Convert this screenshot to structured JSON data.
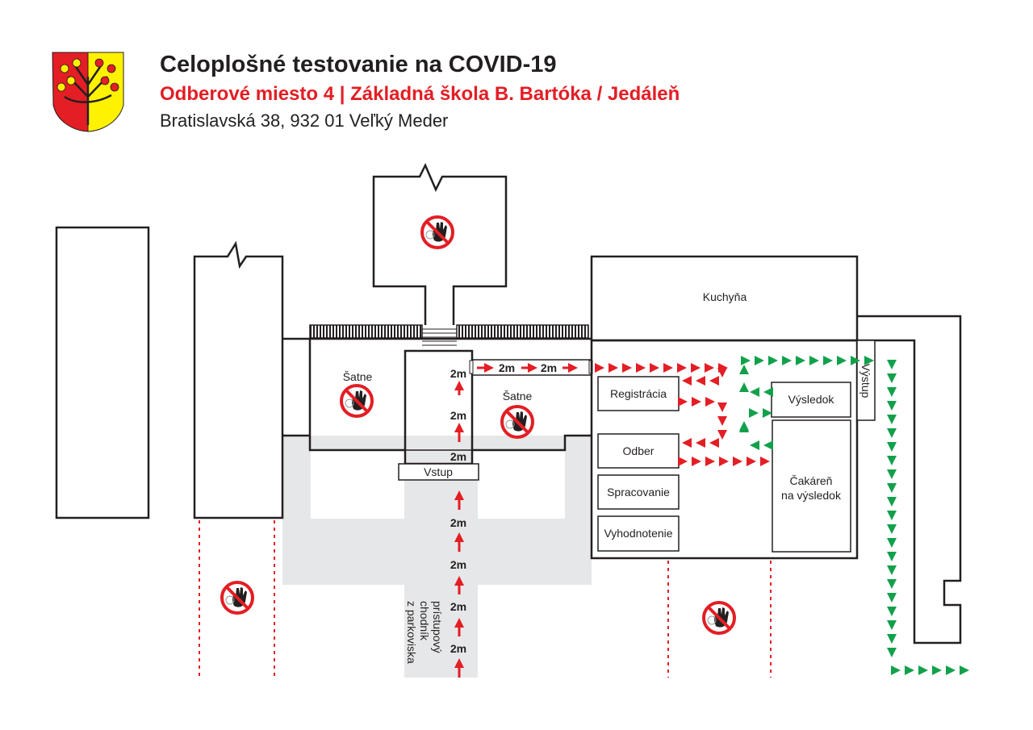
{
  "header": {
    "title": "Celoplošné testovanie na COVID-19",
    "subtitle": "Odberové miesto 4 | Základná škola B. Bartóka / Jedáleň",
    "address": "Bratislavská 38, 932 01 Veľký Meder"
  },
  "rooms": {
    "kitchen": "Kuchyňa",
    "cloakroom_left": "Šatne",
    "cloakroom_right": "Šatne",
    "entrance": "Vstup",
    "exit": "Výstup",
    "registration": "Registrácia",
    "sampling": "Odber",
    "processing": "Spracovanie",
    "evaluation": "Vyhodnotenie",
    "result": "Výsledok",
    "waiting_line1": "Čakáreň",
    "waiting_line2": "na výsledok"
  },
  "path": {
    "distance_label": "2m",
    "walkway_line1": "prístupový",
    "walkway_line2": "chodník",
    "walkway_line3": "z parkoviska"
  },
  "colors": {
    "title": "#231f20",
    "accent_red": "#e31e24",
    "exit_green": "#12a14b",
    "walkway_gray": "#e6e7e8"
  }
}
